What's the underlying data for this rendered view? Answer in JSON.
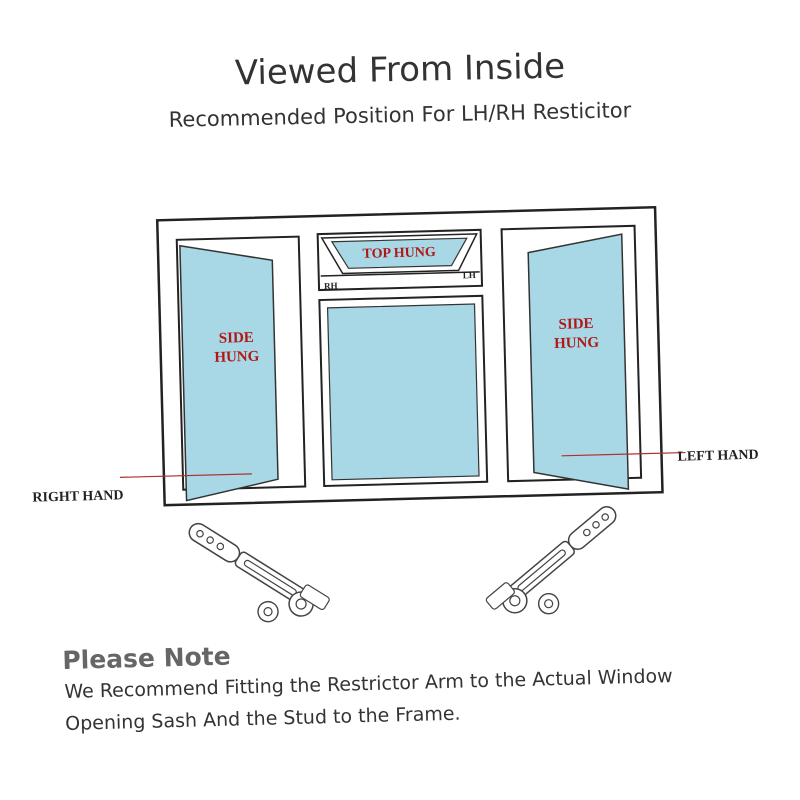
{
  "header": {
    "title": "Viewed From Inside",
    "subtitle": "Recommended Position For LH/RH Resticitor"
  },
  "diagram": {
    "top_hung_label": "TOP HUNG",
    "rh_label": "RH",
    "lh_label": "LH",
    "left_sash_label_line1": "SIDE",
    "left_sash_label_line2": "HUNG",
    "right_sash_label_line1": "SIDE",
    "right_sash_label_line2": "HUNG",
    "right_hand_label": "RIGHT HAND",
    "left_hand_label": "LEFT HAND",
    "glass_color": "#a8d8e6",
    "label_color": "#b01818",
    "pointer_color": "#b03030"
  },
  "note": {
    "title": "Please Note",
    "line1": "We Recommend Fitting the Restrictor Arm to the Actual Window",
    "line2": "Opening Sash And the Stud to the Frame."
  }
}
